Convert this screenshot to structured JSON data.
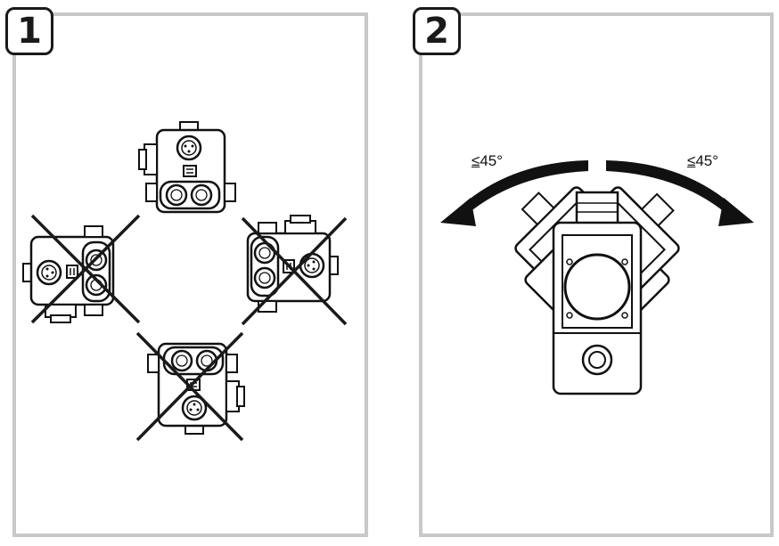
{
  "steps": [
    {
      "number": "1"
    },
    {
      "number": "2"
    }
  ],
  "angle_limit": {
    "symbol": "≤",
    "value": "45",
    "unit": "°"
  },
  "colors": {
    "line": "#111111",
    "panel_border": "#c8c8c8",
    "cross": "#1a1a1a"
  }
}
